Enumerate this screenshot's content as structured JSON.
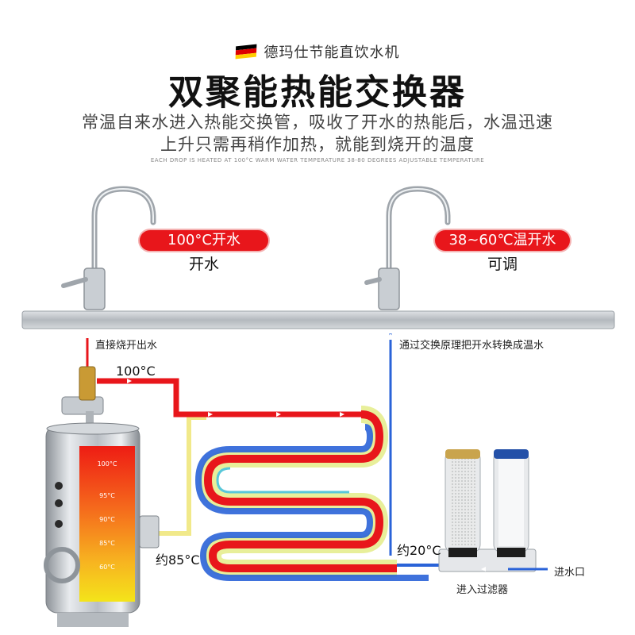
{
  "brand": {
    "flag_colors": [
      "#000000",
      "#dd0000",
      "#ffce00"
    ],
    "name": "德玛仕节能直饮水机"
  },
  "title": "双聚能热能交换器",
  "description": {
    "line1": "常温自来水进入热能交换管，吸收了开水的热能后，水温迅速",
    "line2": "上升只需再稍作加热，就能到烧开的温度"
  },
  "subtitle_en": "EACH DROP IS HEATED AT 100°C WARM WATER TEMPERATURE 38-80 DEGREES ADJUSTABLE TEMPERATURE",
  "left_tap": {
    "badge": "100°C开水",
    "label": "开水"
  },
  "right_tap": {
    "badge": "38~60℃温开水",
    "label": "可调"
  },
  "labels": {
    "direct_out": "直接烧开出水",
    "exchange_note": "通过交换原理把开水转换成温水",
    "temp_100": "100°C",
    "temp_85": "约85°C",
    "temp_20": "约20°C",
    "filter": "进入过滤器",
    "inlet": "进水口"
  },
  "tank_levels": [
    "100°C",
    "95°C",
    "90°C",
    "85°C",
    "60°C"
  ],
  "colors": {
    "red": "#e8161b",
    "blue": "#2a63d8",
    "yellow": "#f1e98a",
    "pipe": "#c9cdd2"
  }
}
